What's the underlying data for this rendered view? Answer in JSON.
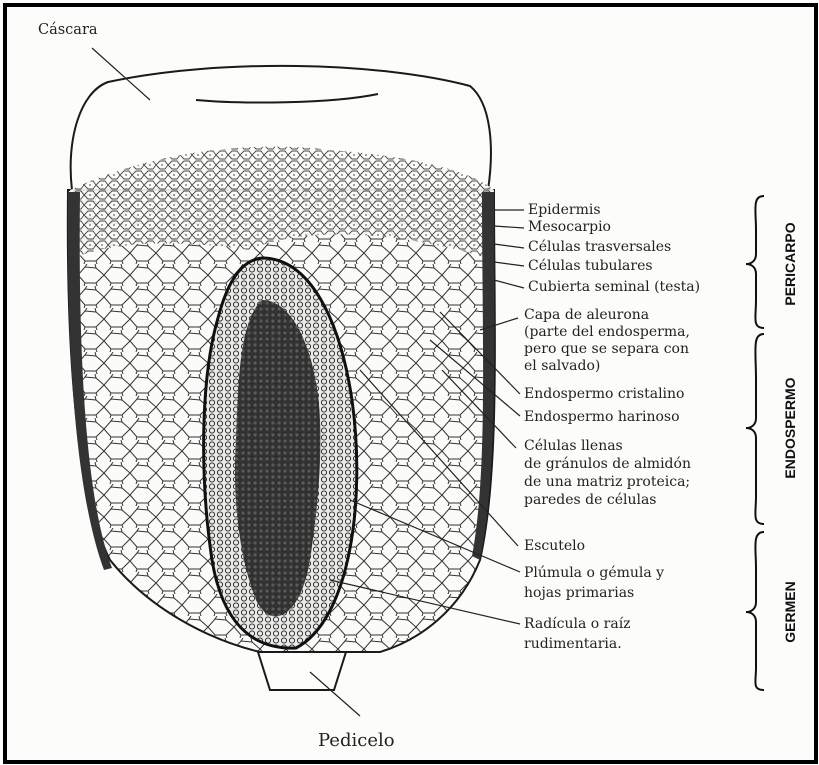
{
  "title_label": "Cáscara",
  "bottom_label": "Pedicelo",
  "labels": {
    "epidermis": "Epidermis",
    "mesocarpio": "Mesocarpio",
    "celulas_trasversales": "Células trasversales",
    "celulas_tubulares": "Células tubulares",
    "cubierta_seminal": "Cubierta seminal (testa)",
    "capa_aleurona_1": "Capa de aleurona",
    "capa_aleurona_2": "(parte del endosperma,",
    "capa_aleurona_3": "pero que se separa con",
    "capa_aleurona_4": "el salvado)",
    "endosperma_cristalino": "Endospermo cristalino",
    "endosperma_harinoso": "Endospermo harinoso",
    "celulas_llenas_1": "Células  llenas",
    "celulas_llenas_2": "de gránulos de almidón",
    "celulas_llenas_3": "de una matriz proteica;",
    "celulas_llenas_4": "paredes de células",
    "escutelo": "Escutelo",
    "plumula_1": "Plúmula o gémula y",
    "plumula_2": "hojas primarias",
    "radicula_1": "Radícula o raíz",
    "radicula_2": "rudimentaria."
  },
  "sections": {
    "pericarpo": "PERICARPO",
    "endospermo": "ENDOSPERMO",
    "germen": "GERMEN"
  }
}
